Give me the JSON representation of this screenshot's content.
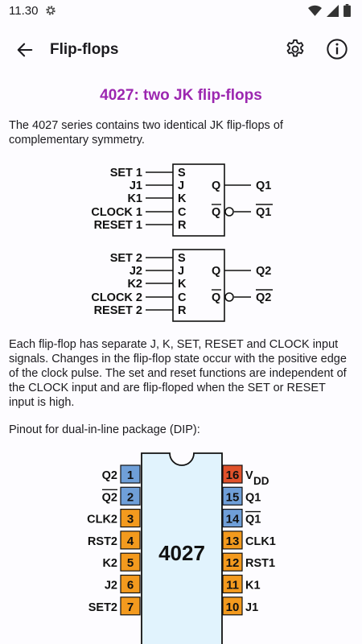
{
  "status": {
    "time": "11.30"
  },
  "app": {
    "title": "Flip-flops"
  },
  "heading": "4027: two JK flip-flops",
  "intro": "The 4027 series contains two identical JK flip-flops of complementary symmetry.",
  "description": "Each flip-flop has separate J, K, SET, RESET and CLOCK input signals. Changes in the flip-flop state occur with the positive edge of the clock pulse. The set and reset functions are independent of the CLOCK input and are flip-floped when the SET or RESET input is high.",
  "pinout_title": "Pinout for dual-in-line package (DIP):",
  "flipflop1": {
    "inputs": [
      "SET 1",
      "J1",
      "K1",
      "CLOCK 1",
      "RESET 1"
    ],
    "pins": [
      "S",
      "J",
      "K",
      "C",
      "R"
    ],
    "q_pin": "Q",
    "qbar_pin": "Q",
    "q_out": "Q1",
    "qbar_out": "Q1"
  },
  "flipflop2": {
    "inputs": [
      "SET 2",
      "J2",
      "K2",
      "CLOCK 2",
      "RESET 2"
    ],
    "pins": [
      "S",
      "J",
      "K",
      "C",
      "R"
    ],
    "q_pin": "Q",
    "qbar_pin": "Q",
    "q_out": "Q2",
    "qbar_out": "Q2"
  },
  "chip": {
    "name": "4027",
    "left_pins": [
      {
        "num": "1",
        "label": "Q2",
        "color": "#6f9fd8"
      },
      {
        "num": "2",
        "label": "Q2",
        "color": "#6f9fd8"
      },
      {
        "num": "3",
        "label": "CLK2",
        "color": "#f39a1e"
      },
      {
        "num": "4",
        "label": "RST2",
        "color": "#f39a1e"
      },
      {
        "num": "5",
        "label": "K2",
        "color": "#f39a1e"
      },
      {
        "num": "6",
        "label": "J2",
        "color": "#f39a1e"
      },
      {
        "num": "7",
        "label": "SET2",
        "color": "#f39a1e"
      }
    ],
    "right_pins": [
      {
        "num": "16",
        "label": "V",
        "sub": "DD",
        "color": "#e0522b"
      },
      {
        "num": "15",
        "label": "Q1",
        "color": "#6f9fd8"
      },
      {
        "num": "14",
        "label": "Q1",
        "color": "#6f9fd8"
      },
      {
        "num": "13",
        "label": "CLK1",
        "color": "#f39a1e"
      },
      {
        "num": "12",
        "label": "RST1",
        "color": "#f39a1e"
      },
      {
        "num": "11",
        "label": "K1",
        "color": "#f39a1e"
      },
      {
        "num": "10",
        "label": "J1",
        "color": "#f39a1e"
      }
    ],
    "body_color": "#e1f3fd"
  }
}
